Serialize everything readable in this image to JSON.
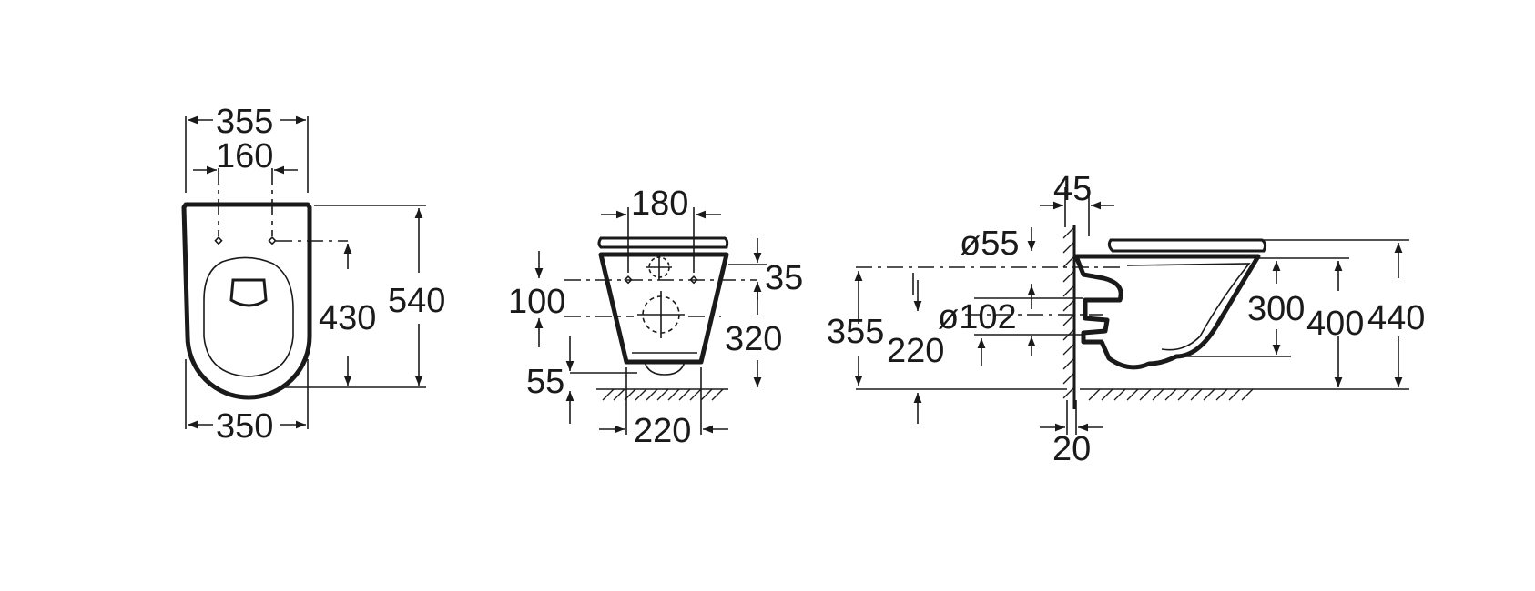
{
  "front_view": {
    "width_top": "355",
    "fixing_distance": "160",
    "fixing_height": "430",
    "total_height": "540",
    "width_bottom": "350"
  },
  "back_view": {
    "fixing_distance": "180",
    "upper_offset": "35",
    "hole_spacing": "100",
    "height": "320",
    "outlet_height": "55",
    "base_width": "220"
  },
  "side_view": {
    "wall_offset": "45",
    "inlet_diameter": "ø55",
    "outlet_diameter": "ø102",
    "inlet_height": "355",
    "outlet_height": "220",
    "wall_thickness": "20",
    "bowl_height": "300",
    "rim_height": "400",
    "total_height": "440"
  }
}
